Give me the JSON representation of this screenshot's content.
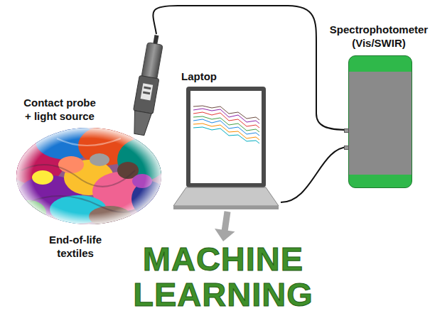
{
  "diagram": {
    "nodes": [
      {
        "text": [
          "Contact probe + light source"
        ]
      },
      {
        "text": [
          "Spectrophotometer (Vis/SWIR)"
        ]
      },
      {
        "text": [
          "End-of-life textiles"
        ]
      },
      {
        "text": [
          "Laptop"
        ]
      },
      {
        "text": [
          "MACHINE LEARNING"
        ]
      }
    ],
    "edges": [
      {
        "from": 0,
        "to": 1,
        "arrow": "none"
      },
      {
        "from": 1,
        "to": 3,
        "arrow": "none"
      },
      {
        "from": 3,
        "to": 4,
        "arrow": "to"
      }
    ]
  }
}
